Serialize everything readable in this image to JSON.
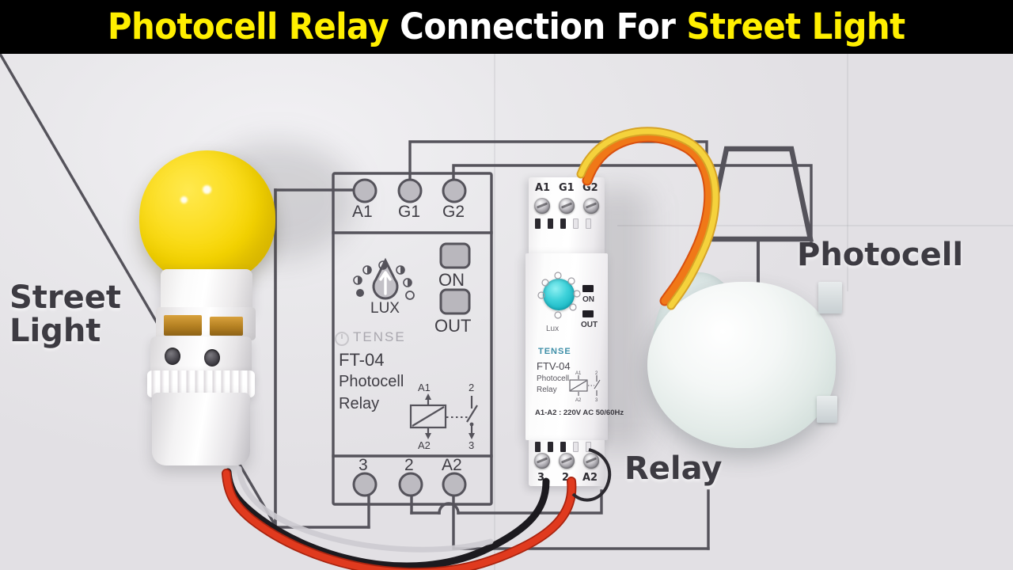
{
  "title": {
    "part1": "Photocell Relay",
    "part2": " Connection For ",
    "part3": "Street Light",
    "color_accent": "#ffef00",
    "color_plain": "#ffffff",
    "background": "#000000"
  },
  "callouts": {
    "street_light": "Street\nLight",
    "photocell": "Photocell",
    "relay": "Relay"
  },
  "schematic": {
    "device_label_model": "FT-04",
    "device_label_line2": "Photocell",
    "device_label_line3": "Relay",
    "brand": "TENSE",
    "dial_label": "LUX",
    "led_on": "ON",
    "led_out": "OUT",
    "terminals_top": [
      "A1",
      "G1",
      "G2"
    ],
    "terminals_bottom": [
      "3",
      "2",
      "A2"
    ],
    "coil_top": "A1",
    "coil_bottom": "A2",
    "contact_common": "2",
    "contact_no": "3"
  },
  "relay_device": {
    "brand": "TENSE",
    "model": "FTV-04",
    "line2": "Photocell",
    "line3": "Relay",
    "rating": "A1-A2 : 220V AC 50/60Hz",
    "dial_label": "Lux",
    "led_on": "ON",
    "led_out": "OUT",
    "terminals_top": [
      "A1",
      "G1",
      "G2"
    ],
    "terminals_bottom": [
      "3",
      "2",
      "A2"
    ],
    "coil_top": "A1",
    "coil_bottom": "A2",
    "contact_common": "2",
    "contact_no": "3",
    "dial_color": "#2ec7d2"
  },
  "colors": {
    "background": "#e6e4e7",
    "line": "#55535b",
    "bulb": "#f5d400",
    "wire_red": "#e03a1e",
    "wire_black": "#1c1a1f",
    "wire_orange": "#f07818",
    "wire_yellow": "#f5d23c"
  }
}
